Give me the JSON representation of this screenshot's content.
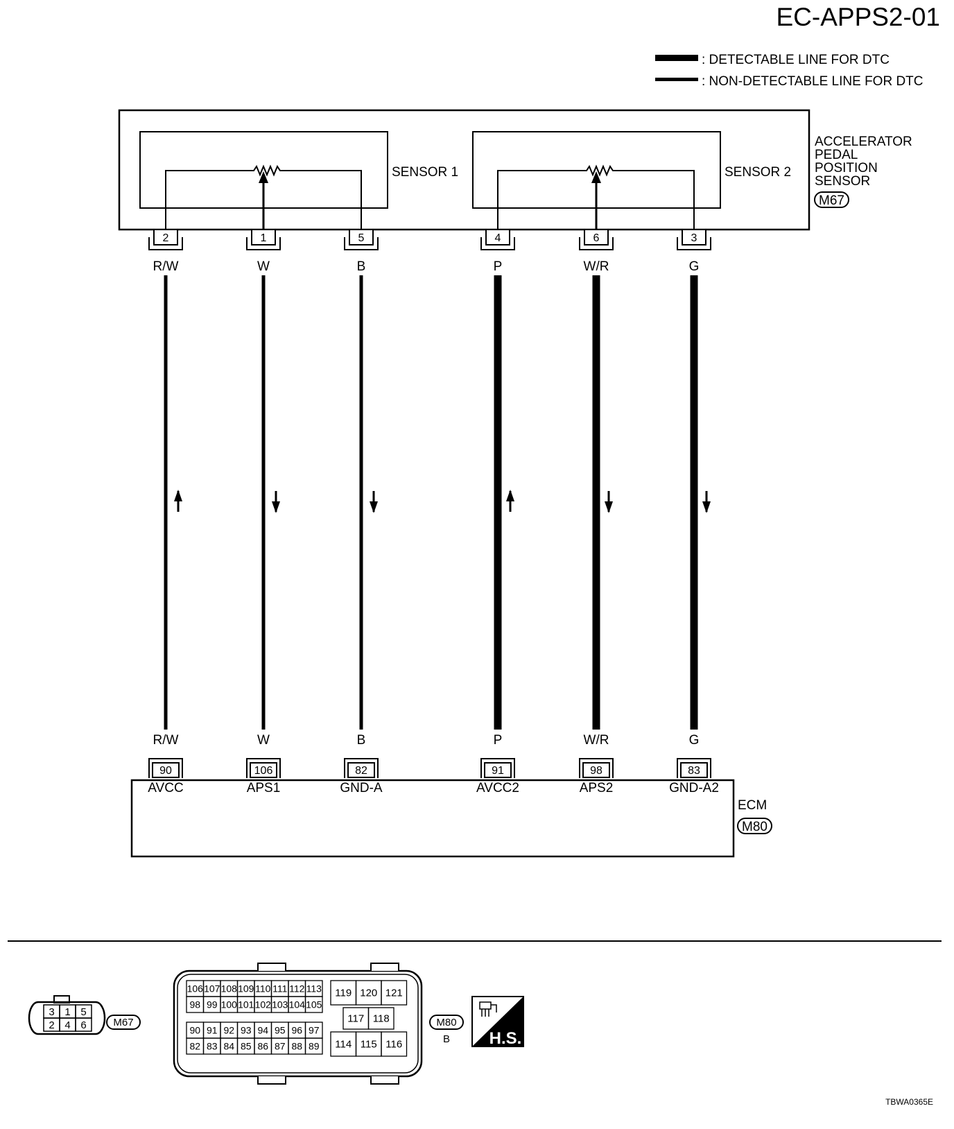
{
  "title": "EC-APPS2-01",
  "legend": {
    "detectable": ": DETECTABLE LINE FOR DTC",
    "non_detectable": ": NON-DETECTABLE LINE FOR DTC"
  },
  "sensor_assembly": {
    "name_lines": [
      "ACCELERATOR",
      "PEDAL",
      "POSITION",
      "SENSOR"
    ],
    "connector": "M67",
    "sensor1_label": "SENSOR 1",
    "sensor2_label": "SENSOR 2"
  },
  "ecm": {
    "label": "ECM",
    "connector": "M80"
  },
  "wires": [
    {
      "sensor_pin": "2",
      "color": "R/W",
      "ecm_pin": "90",
      "signal": "AVCC",
      "detectable": false,
      "direction": "up"
    },
    {
      "sensor_pin": "1",
      "color": "W",
      "ecm_pin": "106",
      "signal": "APS1",
      "detectable": false,
      "direction": "down"
    },
    {
      "sensor_pin": "5",
      "color": "B",
      "ecm_pin": "82",
      "signal": "GND-A",
      "detectable": false,
      "direction": "down"
    },
    {
      "sensor_pin": "4",
      "color": "P",
      "ecm_pin": "91",
      "signal": "AVCC2",
      "detectable": true,
      "direction": "up"
    },
    {
      "sensor_pin": "6",
      "color": "W/R",
      "ecm_pin": "98",
      "signal": "APS2",
      "detectable": true,
      "direction": "down"
    },
    {
      "sensor_pin": "3",
      "color": "G",
      "ecm_pin": "83",
      "signal": "GND-A2",
      "detectable": true,
      "direction": "down"
    }
  ],
  "connector_views": {
    "m67": {
      "label": "M67",
      "top_row": [
        "3",
        "1",
        "5"
      ],
      "bottom_row": [
        "2",
        "4",
        "6"
      ]
    },
    "m80": {
      "label": "M80",
      "color_code": "B",
      "rows": [
        [
          "106",
          "107",
          "108",
          "109",
          "110",
          "111",
          "112",
          "113"
        ],
        [
          "98",
          "99",
          "100",
          "101",
          "102",
          "103",
          "104",
          "105"
        ],
        [
          "90",
          "91",
          "92",
          "93",
          "94",
          "95",
          "96",
          "97"
        ],
        [
          "82",
          "83",
          "84",
          "85",
          "86",
          "87",
          "88",
          "89"
        ]
      ],
      "right_top": [
        "119",
        "120",
        "121"
      ],
      "right_mid": [
        "117",
        "118"
      ],
      "right_bottom": [
        "114",
        "115",
        "116"
      ]
    },
    "hs_badge": "H.S."
  },
  "reference_code": "TBWA0365E"
}
